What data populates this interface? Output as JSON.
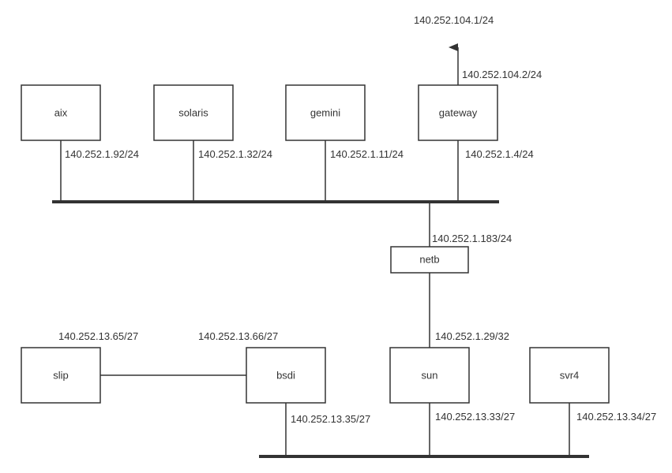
{
  "nodes": {
    "aix": "aix",
    "solaris": "solaris",
    "gemini": "gemini",
    "gateway": "gateway",
    "netb": "netb",
    "slip": "slip",
    "bsdi": "bsdi",
    "sun": "sun",
    "svr4": "svr4"
  },
  "addresses": {
    "external": "140.252.104.1/24",
    "gateway_up": "140.252.104.2/24",
    "aix": "140.252.1.92/24",
    "solaris": "140.252.1.32/24",
    "gemini": "140.252.1.11/24",
    "gateway_down": "140.252.1.4/24",
    "netb_up": "140.252.1.183/24",
    "sun_up": "140.252.1.29/32",
    "slip": "140.252.13.65/27",
    "bsdi_slip": "140.252.13.66/27",
    "bsdi_down": "140.252.13.35/27",
    "sun_down": "140.252.13.33/27",
    "svr4": "140.252.13.34/27"
  }
}
